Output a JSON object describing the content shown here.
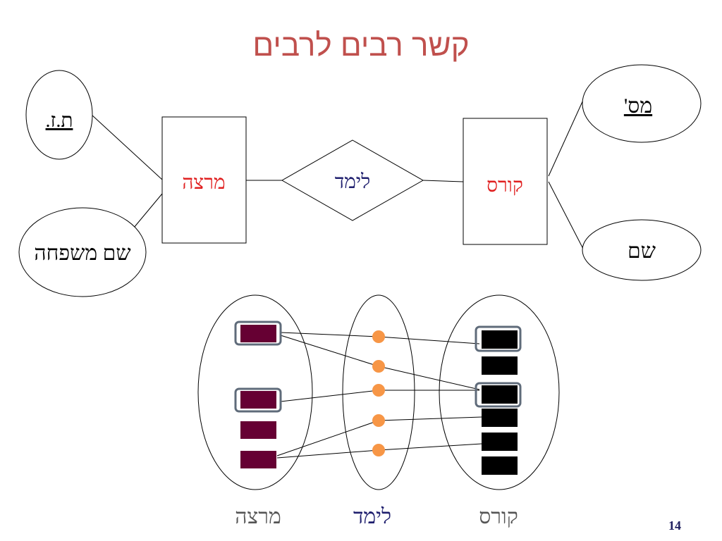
{
  "slide": {
    "title": "קשר רבים לרבים",
    "page_number": "14"
  },
  "er_diagram": {
    "entity_left": "מרצה",
    "entity_right": "קורס",
    "relationship": "לימד",
    "attributes_left": [
      "ת.ז.",
      "שם משפחה"
    ],
    "attributes_right": [
      "מס'",
      "שם"
    ]
  },
  "instance_diagram": {
    "set_labels": [
      "מרצה",
      "לימד",
      "קורס"
    ]
  },
  "colors": {
    "title": "#c0504d",
    "entity_text": "#e02020",
    "relationship_text": "#1f1f6e",
    "lecturer_instance": "#660033",
    "teaches_instance": "#f79646",
    "course_instance": "#000000",
    "highlight_border": "#5f6b7a"
  }
}
